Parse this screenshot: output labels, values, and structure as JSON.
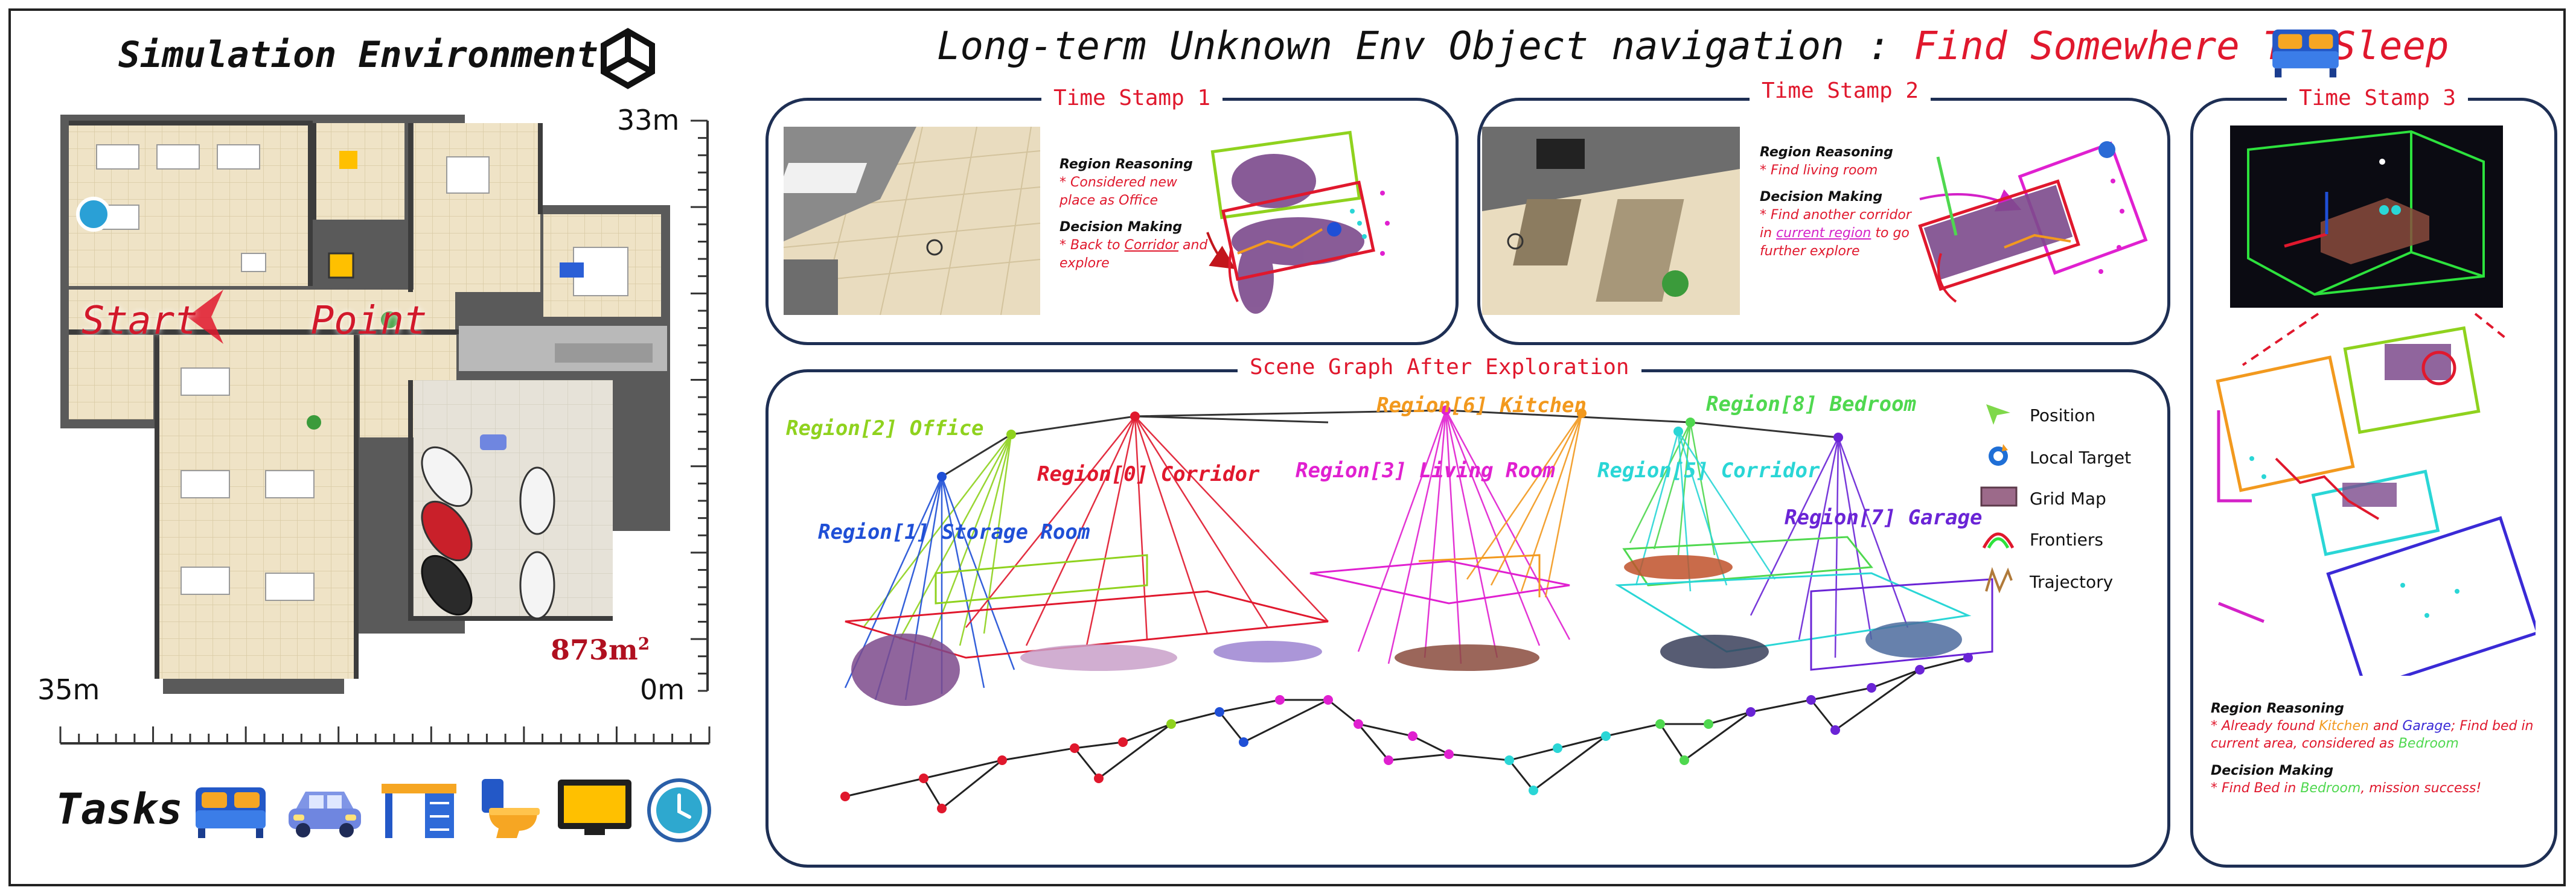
{
  "left": {
    "title": "Simulation Environment",
    "scale_top": "33m",
    "scale_left": "35m",
    "scale_origin": "0m",
    "area": "873m",
    "area_sup": "2",
    "start_word1": "Start",
    "start_word2": "Point",
    "tasks_label": "Tasks",
    "task_icons": [
      "bed-icon",
      "car-icon",
      "desk-icon",
      "toilet-icon",
      "tv-icon",
      "clock-icon"
    ]
  },
  "main": {
    "title_prefix": "Long-term Unknown Env Object navigation",
    "title_colon": ":",
    "title_goal": "Find Somewhere To Sleep"
  },
  "ts1": {
    "label": "Time Stamp 1",
    "rr_head": "Region Reasoning",
    "rr_text": "* Considered new place as Office",
    "dm_head": "Decision Making",
    "dm_pre": "* Back to",
    "dm_link": "Corridor",
    "dm_post": "and explore"
  },
  "ts2": {
    "label": "Time Stamp 2",
    "rr_head": "Region Reasoning",
    "rr_text": "* Find living room",
    "dm_head": "Decision Making",
    "dm_pre": "* Find another corridor in",
    "dm_link": "current region",
    "dm_post": "to go further explore"
  },
  "ts3": {
    "label": "Time Stamp 3",
    "rr_head": "Region Reasoning",
    "rr_a": "* Already found",
    "rr_kitchen": "Kitchen",
    "rr_and": "and",
    "rr_garage": "Garage",
    "rr_b": "; Find bed in current area, considered as",
    "rr_bedroom": "Bedroom",
    "dm_head": "Decision Making",
    "dm_a": "* Find Bed in",
    "dm_bedroom": "Bedroom",
    "dm_b": ", mission success!"
  },
  "scene": {
    "label": "Scene Graph After Exploration",
    "regions": [
      {
        "text": "Region[2] Office",
        "color": "#8fd21e"
      },
      {
        "text": "Region[0] Corridor",
        "color": "#e0182d"
      },
      {
        "text": "Region[1] Storage Room",
        "color": "#1f4fd6"
      },
      {
        "text": "Region[6] Kitchen",
        "color": "#f2991e"
      },
      {
        "text": "Region[3] Living Room",
        "color": "#e020d0"
      },
      {
        "text": "Region[8] Bedroom",
        "color": "#4fd84f"
      },
      {
        "text": "Region[5] Corridor",
        "color": "#2ad6d6"
      },
      {
        "text": "Region[7] Garage",
        "color": "#6a24d6"
      }
    ],
    "legend": [
      {
        "text": "Position",
        "icon": "position-icon"
      },
      {
        "text": "Local Target",
        "icon": "local-target-icon"
      },
      {
        "text": "Grid Map",
        "icon": "grid-map-icon"
      },
      {
        "text": "Frontiers",
        "icon": "frontiers-icon"
      },
      {
        "text": "Trajectory",
        "icon": "trajectory-icon"
      }
    ]
  },
  "colors": {
    "red": "#e0182d",
    "navy": "#1e2f54",
    "orange": "#f2991e",
    "blue": "#1f4fd6",
    "green": "#4fd84f",
    "purple": "#6a24d6"
  }
}
